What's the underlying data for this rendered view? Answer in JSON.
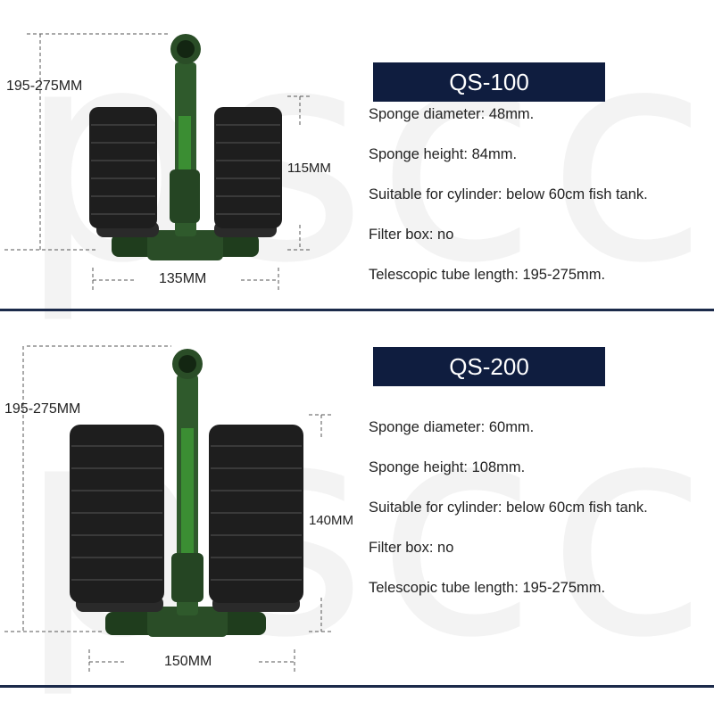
{
  "watermark": "pscc",
  "products": [
    {
      "model": "QS-100",
      "specs": [
        "Sponge diameter: 48mm.",
        "Sponge height: 84mm.",
        "Suitable for cylinder: below 60cm fish tank.",
        "Filter box: no",
        "Telescopic tube length: 195-275mm."
      ],
      "dimensions": {
        "height": "195-275MM",
        "sponge": "115MM",
        "width": "135MM"
      }
    },
    {
      "model": "QS-200",
      "specs": [
        "Sponge diameter: 60mm.",
        "Sponge height: 108mm.",
        "Suitable for cylinder: below 60cm fish tank.",
        "Filter box: no",
        "Telescopic tube length: 195-275mm."
      ],
      "dimensions": {
        "height": "195-275MM",
        "sponge": "140MM",
        "width": "150MM"
      }
    }
  ],
  "colors": {
    "badge_bg": "#0f1d3f",
    "divider": "#1b2a4a",
    "sponge": "#1e1e1e",
    "tube": "#2f5a2c"
  }
}
